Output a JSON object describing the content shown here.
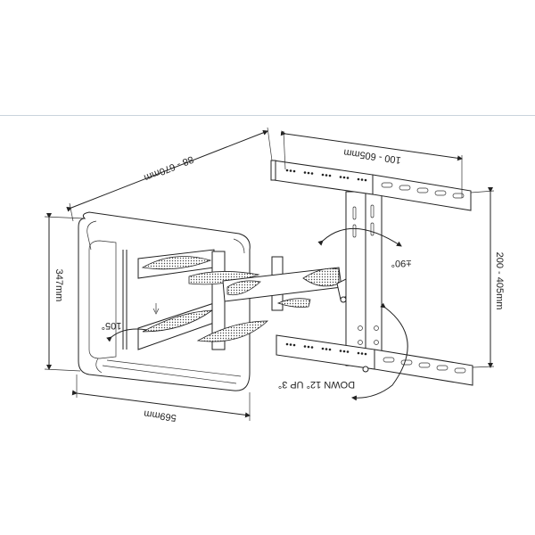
{
  "diagram": {
    "subject": "Full-motion articulating TV wall mount",
    "orientation": "mirrored (text rendered rotated 180°)",
    "dimensions": {
      "arm_extension": "88 - 670mm",
      "vesa_horizontal": "100 - 605mm",
      "vesa_vertical": "200 - 405mm",
      "wall_plate_height": "347mm",
      "wall_plate_width": "569mm"
    },
    "rotations": {
      "swivel": "105°",
      "rotation": "±90°",
      "tilt": "DOWN 12° UP 3°"
    },
    "colors": {
      "line": "#222222",
      "separator": "#c9d3dc",
      "background": "#ffffff"
    }
  }
}
